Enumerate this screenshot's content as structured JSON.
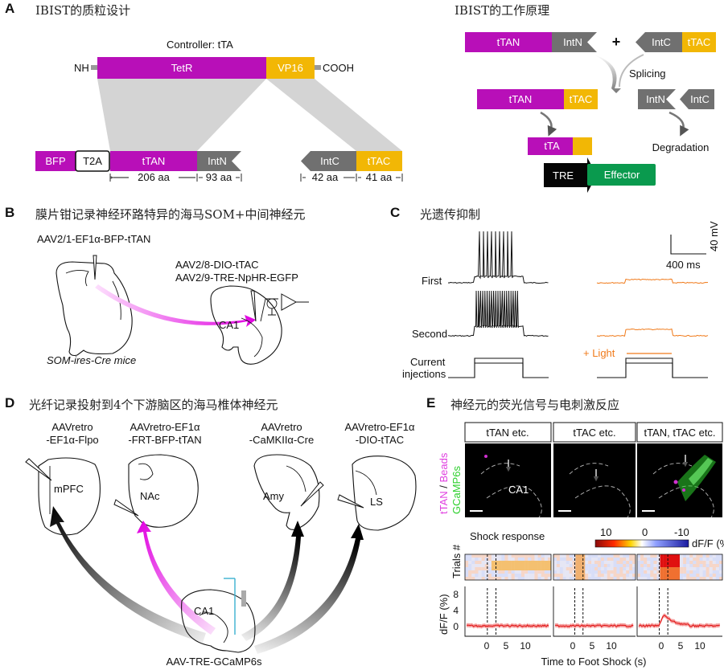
{
  "panels": {
    "A": {
      "letter": "A",
      "left_title": "IBIST的质粒设计",
      "right_title": "IBIST的工作原理",
      "controller": "Controller: tTA",
      "nh": "NH",
      "cooh": "COOH",
      "tetr": "TetR",
      "vp16": "VP16",
      "bfp": "BFP",
      "t2a": "T2A",
      "ttan": "tTAN",
      "intn": "IntN",
      "intc": "IntC",
      "ttac": "tTAC",
      "aa206": "206 aa",
      "aa93": "93 aa",
      "aa42": "42 aa",
      "aa41": "41 aa",
      "plus": "+",
      "splicing": "Splicing",
      "tta": "tTA",
      "degradation": "Degradation",
      "tre": "TRE",
      "effector": "Effector"
    },
    "B": {
      "letter": "B",
      "title": "膜片钳记录神经环路特异的海马SOM+中间神经元",
      "virus1": "AAV2/1-EF1α-BFP-tTAN",
      "virus2": "AAV2/8-DIO-tTAC",
      "virus3": "AAV2/9-TRE-NpHR-EGFP",
      "ca1": "CA1",
      "mice": "SOM-ires-Cre mice"
    },
    "C": {
      "letter": "C",
      "title": "光遗传抑制",
      "scale_v": "40 mV",
      "scale_t": "400 ms",
      "first": "First",
      "second": "Second",
      "current1": "Current",
      "current2": "injections",
      "light": "+ Light"
    },
    "D": {
      "letter": "D",
      "title": "光纤记录投射到4个下游脑区的海马椎体神经元",
      "v1a": "AAVretro",
      "v1b": "-EF1α-Flpo",
      "v2a": "AAVretro-EF1α",
      "v2b": "-FRT-BFP-tTAN",
      "v3a": "AAVretro",
      "v3b": "-CaMKIIα-Cre",
      "v4a": "AAVretro-EF1α",
      "v4b": "-DIO-tTAC",
      "mpfc": "mPFC",
      "nac": "NAc",
      "amy": "Amy",
      "ls": "LS",
      "ca1": "CA1",
      "bottom": "AAV-TRE-GCaMP6s"
    },
    "E": {
      "letter": "E",
      "title": "神经元的荧光信号与电刺激反应",
      "col1": "tTAN etc.",
      "col2": "tTAC etc.",
      "col3": "tTAN, tTAC etc.",
      "ylabel_ttan": "tTAN",
      "ylabel_sep": " / ",
      "ylabel_beads": "Beads",
      "ylabel_gcamp": "GCaMP6s",
      "ca1": "CA1",
      "shock": "Shock response",
      "cb_max": "10",
      "cb_mid": "0",
      "cb_min": "-10",
      "cb_unit": "dF/F (%)",
      "trials": "Trials #",
      "dff": "dF/F (%)",
      "yticks": [
        "8",
        "4",
        "0"
      ],
      "xticks": [
        "0",
        "5",
        "10"
      ],
      "xlabel": "Time to Foot Shock (s)"
    }
  },
  "colors": {
    "magenta": "#b80fb8",
    "gold": "#f2b705",
    "gray": "#7a7a7a",
    "green": "#0a9a4e",
    "orange": "#f07a1a",
    "red": "#e01010"
  }
}
